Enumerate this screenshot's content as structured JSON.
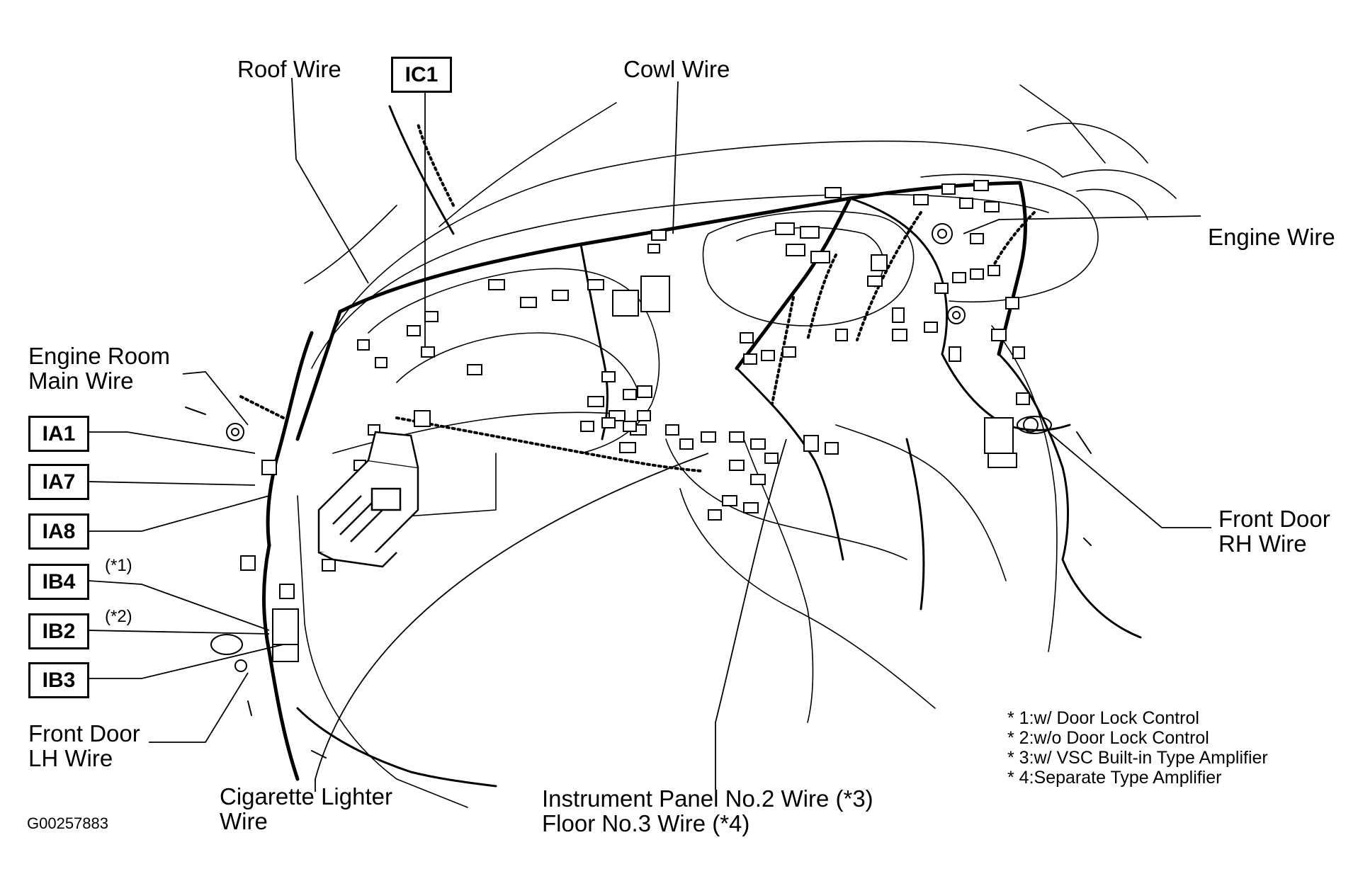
{
  "labels": {
    "roof_wire": "Roof Wire",
    "cowl_wire": "Cowl Wire",
    "engine_wire": "Engine Wire",
    "engine_room_main_wire_1": "Engine Room",
    "engine_room_main_wire_2": "Main Wire",
    "front_door_rh_1": "Front Door",
    "front_door_rh_2": "RH Wire",
    "front_door_lh_1": "Front Door",
    "front_door_lh_2": "LH Wire",
    "cig_lighter_1": "Cigarette Lighter",
    "cig_lighter_2": "Wire",
    "ip_no2_1": "Instrument Panel No.2 Wire (*3)",
    "ip_no2_2": "Floor No.3 Wire (*4)"
  },
  "connectors": {
    "ic1": "IC1",
    "ia1": "IA1",
    "ia7": "IA7",
    "ia8": "IA8",
    "ib4": "IB4",
    "ib2": "IB2",
    "ib3": "IB3",
    "ib4_note": "(*1)",
    "ib2_note": "(*2)"
  },
  "footnotes": [
    "* 1:w/ Door Lock Control",
    "* 2:w/o Door Lock Control",
    "* 3:w/ VSC Built-in Type Amplifier",
    "* 4:Separate Type Amplifier"
  ],
  "figure_code": "G00257883"
}
